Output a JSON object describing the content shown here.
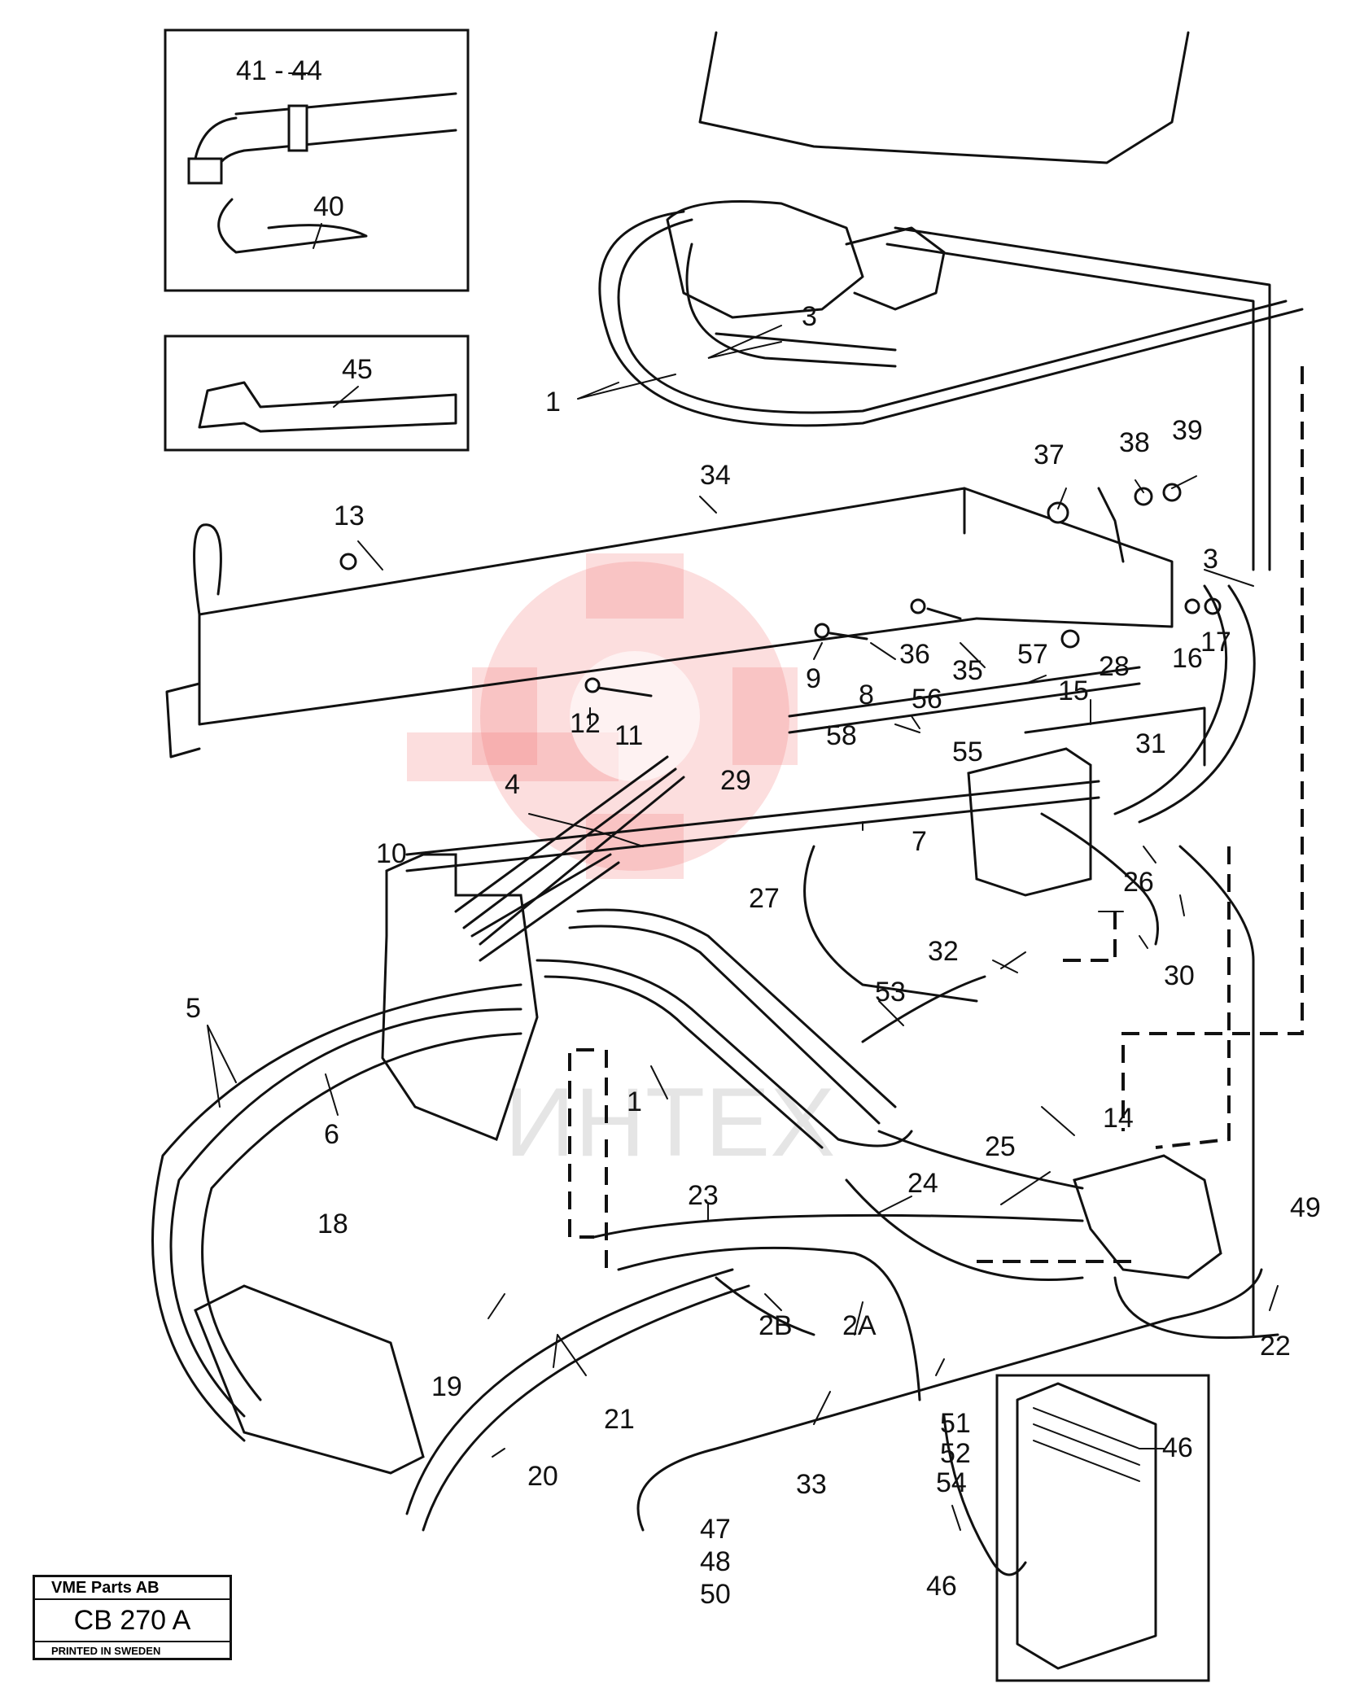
{
  "title_block": {
    "company": "VME Parts AB",
    "code": "CB 270 A",
    "printed": "PRINTED IN SWEDEN"
  },
  "watermark_text": "ИНТЕХ",
  "labels": {
    "l41_44": "41 - 44",
    "l40": "40",
    "l45": "45",
    "l3a": "3",
    "l1a": "1",
    "l34": "34",
    "l13": "13",
    "l37": "37",
    "l38": "38",
    "l39": "39",
    "l3b": "3",
    "l16": "16",
    "l17": "17",
    "l9": "9",
    "l8": "8",
    "l36": "36",
    "l35": "35",
    "l57": "57",
    "l15": "15",
    "l28": "28",
    "l12": "12",
    "l11": "11",
    "l56": "56",
    "l55": "55",
    "l58": "58",
    "l31": "31",
    "l4": "4",
    "l29": "29",
    "l7": "7",
    "l10": "10",
    "l27": "27",
    "l26": "26",
    "l32": "32",
    "l30": "30",
    "l5": "5",
    "l53": "53",
    "l1b": "1",
    "l6": "6",
    "l14": "14",
    "l25": "25",
    "l23": "23",
    "l24": "24",
    "l49": "49",
    "l18": "18",
    "l2b": "2B",
    "l2a": "2A",
    "l22": "22",
    "l19": "19",
    "l21": "21",
    "l51": "51",
    "l52": "52",
    "l54": "54",
    "l46a": "46",
    "l20": "20",
    "l33": "33",
    "l47": "47",
    "l48": "48",
    "l50": "50",
    "l46b": "46"
  }
}
